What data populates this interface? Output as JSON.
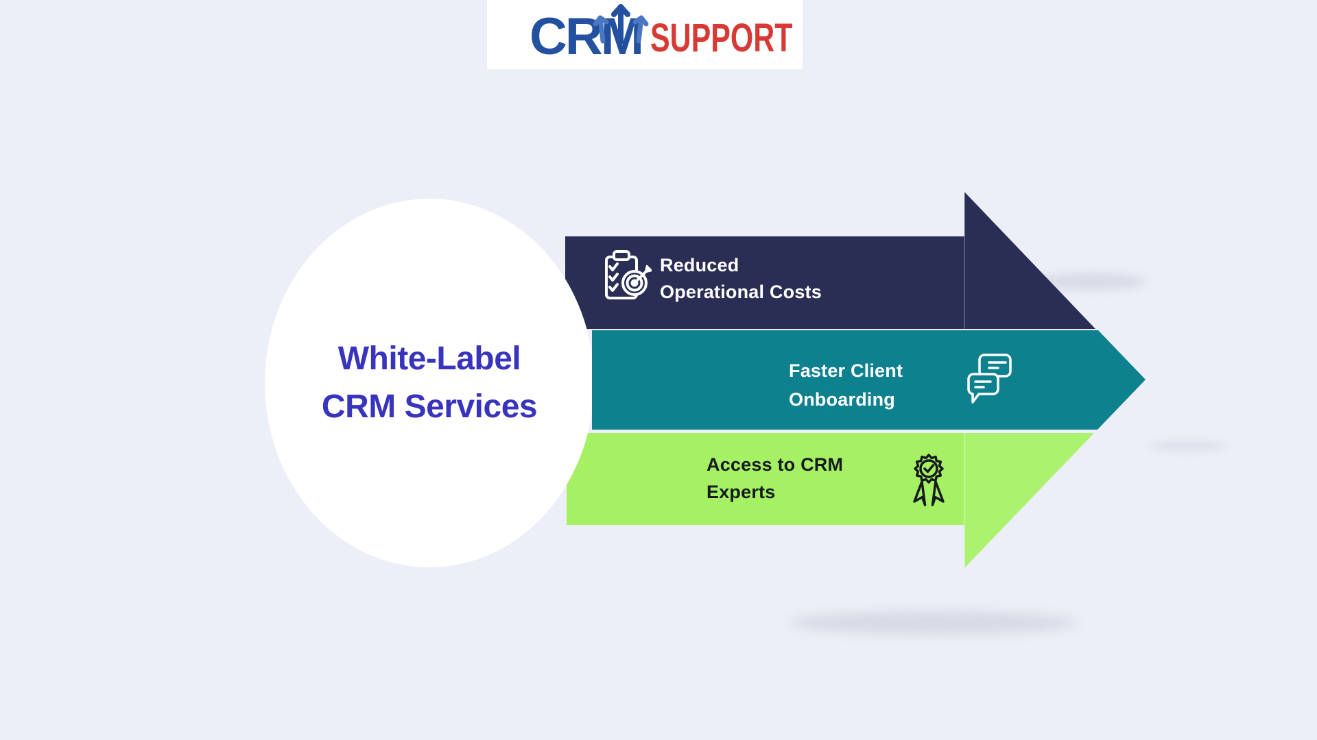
{
  "logo": {
    "crm": "CRM",
    "support": "SUPPORT"
  },
  "title": {
    "line1": "White-Label",
    "line2": "CRM Services"
  },
  "bands": [
    {
      "line1": "Reduced",
      "line2": "Operational Costs",
      "icon": "clipboard-target-icon"
    },
    {
      "line1": "Faster Client",
      "line2": "Onboarding",
      "icon": "chat-bubbles-icon"
    },
    {
      "line1": "Access to CRM",
      "line2": "Experts",
      "icon": "award-badge-icon"
    }
  ],
  "colors": {
    "background": "#edeff8",
    "surface": "#ffffff",
    "navy": "#2a2e55",
    "teal": "#0e818f",
    "green": "#a5f163",
    "title_blue": "#3934bd",
    "band_light_text": "#ffffff",
    "band_dark_text": "#161a20",
    "logo_blue": "#24519f",
    "logo_red": "#d73a34",
    "shadow": "#c7ccd8"
  }
}
